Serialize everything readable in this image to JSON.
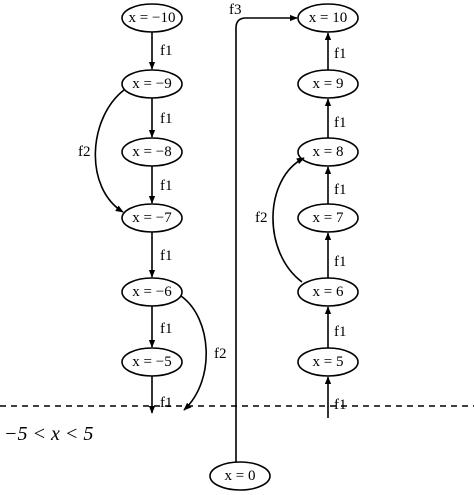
{
  "nodes": {
    "left": [
      "x = −10",
      "x = −9",
      "x = −8",
      "x = −7",
      "x = −6",
      "x = −5"
    ],
    "right": [
      "x = 10",
      "x = 9",
      "x = 8",
      "x = 7",
      "x = 6",
      "x = 5"
    ],
    "origin": "x = 0"
  },
  "edge_labels": {
    "f1": "f1",
    "f2": "f2",
    "f3": "f3"
  },
  "region_label": "−5 < x < 5",
  "colors": {
    "stroke": "#000000",
    "fill": "#ffffff"
  }
}
